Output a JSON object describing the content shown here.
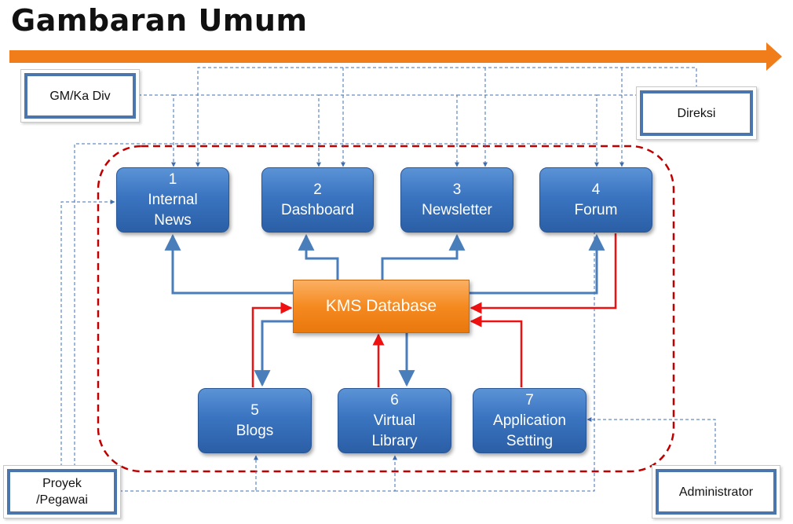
{
  "title": "Gambaran Umum",
  "colors": {
    "accent_arrow": "#f07d1a",
    "module_blue": "#3a74c0",
    "database_orange": "#f58a20",
    "boundary_red": "#c00000",
    "flow_red": "#ee1111",
    "flow_blue": "#4a7ebb"
  },
  "modules": [
    {
      "id": "internal-news",
      "number": "1",
      "lines": [
        "Internal",
        "News"
      ]
    },
    {
      "id": "dashboard",
      "number": "2",
      "lines": [
        "Dashboard"
      ]
    },
    {
      "id": "newsletter",
      "number": "3",
      "lines": [
        "Newsletter"
      ]
    },
    {
      "id": "forum",
      "number": "4",
      "lines": [
        "Forum"
      ]
    },
    {
      "id": "blogs",
      "number": "5",
      "lines": [
        "Blogs"
      ]
    },
    {
      "id": "virtual-library",
      "number": "6",
      "lines": [
        "Virtual",
        "Library"
      ]
    },
    {
      "id": "application-setting",
      "number": "7",
      "lines": [
        "Application",
        "Setting"
      ]
    }
  ],
  "database": {
    "label": "KMS Database"
  },
  "roles": {
    "gm": "GM/Ka Div",
    "direksi": "Direksi",
    "proyek_line1": "Proyek",
    "proyek_line2": "/Pegawai",
    "administrator": "Administrator"
  }
}
